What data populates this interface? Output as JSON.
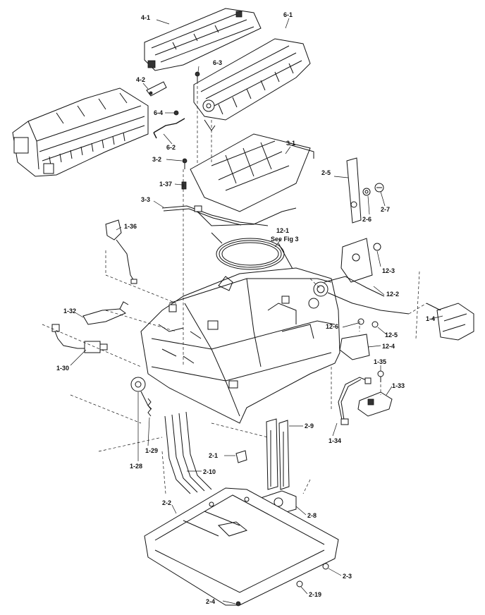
{
  "labels": {
    "l_4_1": "4-1",
    "l_6_1": "6-1",
    "l_6_3": "6-3",
    "l_4_2": "4-2",
    "l_6_4": "6-4",
    "l_6_2": "6-2",
    "l_3_2": "3-2",
    "l_3_1": "3-1",
    "l_1_37": "1-37",
    "l_3_3": "3-3",
    "l_2_5": "2-5",
    "l_2_6": "2-6",
    "l_2_7": "2-7",
    "l_1_36": "1-36",
    "l_12_1": "12-1",
    "l_see_fig": "See Fig 3",
    "l_12_3": "12-3",
    "l_12_2": "12-2",
    "l_1_32": "1-32",
    "l_1_4": "1-4",
    "l_12_6": "12-6",
    "l_12_5": "12-5",
    "l_12_4": "12-4",
    "l_1_30": "1-30",
    "l_1_35": "1-35",
    "l_1_33": "1-33",
    "l_2_9": "2-9",
    "l_1_34": "1-34",
    "l_1_29": "1-29",
    "l_2_1": "2-1",
    "l_1_28": "1-28",
    "l_2_10": "2-10",
    "l_2_2": "2-2",
    "l_2_8": "2-8",
    "l_2_3": "2-3",
    "l_2_19": "2-19",
    "l_2_4": "2-4"
  }
}
